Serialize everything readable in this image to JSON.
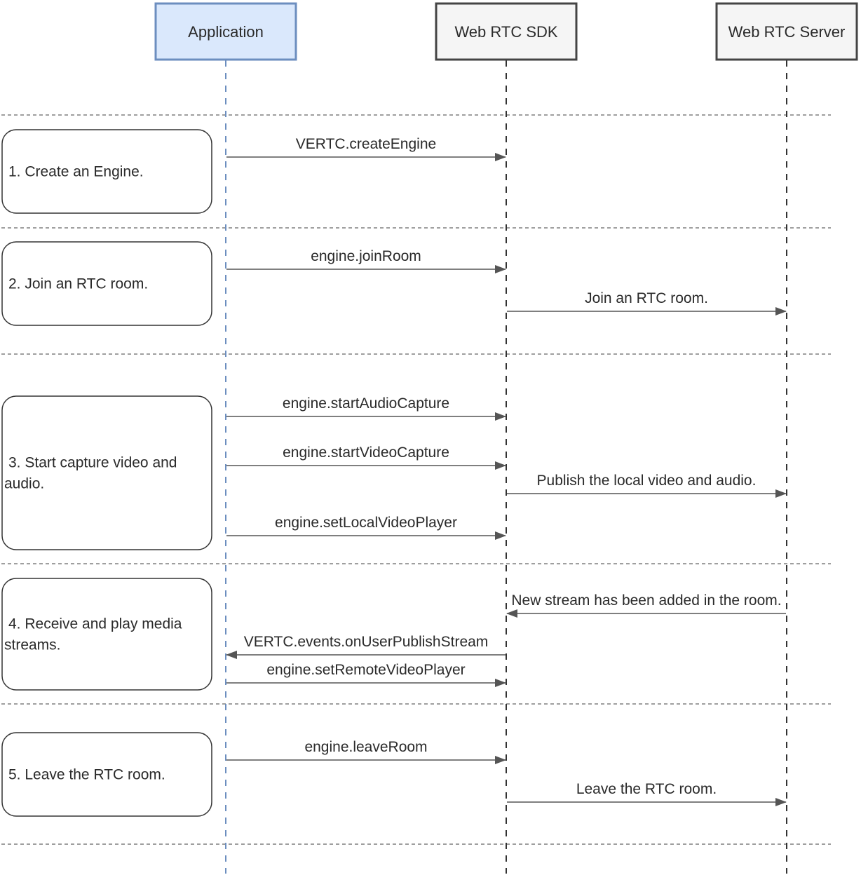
{
  "actors": [
    {
      "id": "app",
      "label": "Application",
      "highlight": true
    },
    {
      "id": "sdk",
      "label": "Web RTC SDK",
      "highlight": false
    },
    {
      "id": "server",
      "label": "Web RTC Server",
      "highlight": false
    }
  ],
  "steps": [
    {
      "label_lines": [
        "1. Create an Engine."
      ],
      "messages": [
        {
          "text": "VERTC.createEngine",
          "from": "app",
          "to": "sdk"
        }
      ]
    },
    {
      "label_lines": [
        "2. Join an RTC room."
      ],
      "messages": [
        {
          "text": "engine.joinRoom",
          "from": "app",
          "to": "sdk"
        },
        {
          "text": "Join an RTC room.",
          "from": "sdk",
          "to": "server"
        }
      ]
    },
    {
      "label_lines": [
        "3. Start capture video and",
        "audio."
      ],
      "messages": [
        {
          "text": "engine.startAudioCapture",
          "from": "app",
          "to": "sdk"
        },
        {
          "text": "engine.startVideoCapture",
          "from": "app",
          "to": "sdk"
        },
        {
          "text": "Publish the local video and audio.",
          "from": "sdk",
          "to": "server"
        },
        {
          "text": "engine.setLocalVideoPlayer",
          "from": "app",
          "to": "sdk"
        }
      ]
    },
    {
      "label_lines": [
        "4. Receive and play media",
        "streams."
      ],
      "messages": [
        {
          "text": "New stream has been added in the room.",
          "from": "server",
          "to": "sdk"
        },
        {
          "text": "VERTC.events.onUserPublishStream",
          "from": "sdk",
          "to": "app"
        },
        {
          "text": "engine.setRemoteVideoPlayer",
          "from": "app",
          "to": "sdk"
        }
      ]
    },
    {
      "label_lines": [
        "5. Leave the RTC room."
      ],
      "messages": [
        {
          "text": "engine.leaveRoom",
          "from": "app",
          "to": "sdk"
        },
        {
          "text": "Leave the RTC room.",
          "from": "sdk",
          "to": "server"
        }
      ]
    }
  ],
  "colors": {
    "highlight_fill": "#dae8fc",
    "highlight_stroke": "#6c8ebf",
    "actor_fill": "#f5f5f5",
    "actor_stroke": "#444444",
    "arrow": "#555555",
    "lifeline_app": "#6c8ebf",
    "lifeline": "#333333",
    "separator": "#666666"
  }
}
